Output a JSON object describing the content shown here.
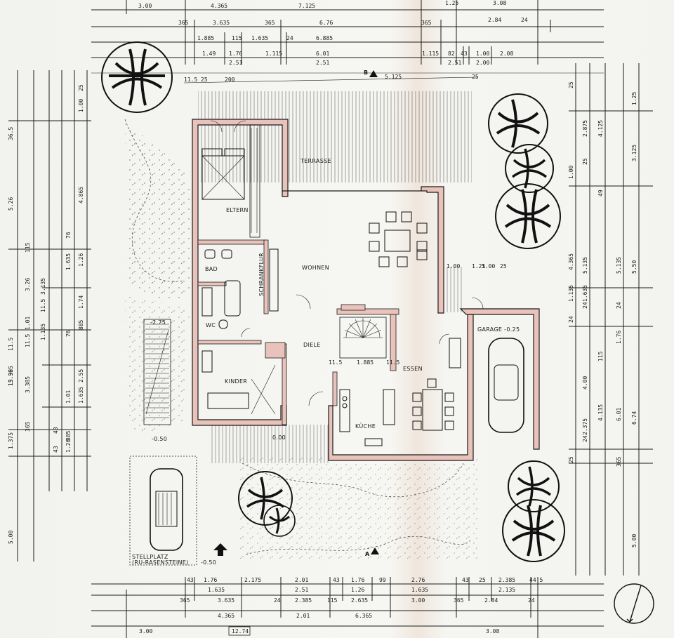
{
  "dims_top": [
    "3.00",
    "4.365",
    "7.125",
    "1.25",
    "3.08",
    "365",
    "3.635",
    "365",
    "6.76",
    "365",
    "2.84",
    "24",
    "1.885",
    "115",
    "1.635",
    "24",
    "6.885",
    "1.49",
    "1.76",
    "1.115",
    "6.01",
    "1.115",
    "82",
    "43",
    "1.00",
    "2.08",
    "2.51",
    "2.51",
    "2.51",
    "2.00",
    "11.5",
    "25",
    "200",
    "5.125",
    "25"
  ],
  "dims_bottom": [
    "43",
    "1.76",
    "2.175",
    "2.01",
    "43",
    "1.76",
    "99",
    "2.76",
    "43",
    "25",
    "2.385",
    "44.5",
    "1.635",
    "2.51",
    "1.26",
    "1.635",
    "2.135",
    "365",
    "3.635",
    "24",
    "2.385",
    "115",
    "2.635",
    "3.00",
    "365",
    "2.84",
    "24",
    "4.365",
    "2.01",
    "6.365",
    "3.00",
    "12.74",
    "3.08"
  ],
  "dims_left": [
    "25",
    "1.00",
    "36.5",
    "4.865",
    "5.26",
    "115",
    "76",
    "1.26",
    "1.635",
    "3.26",
    "3.135",
    "11.5",
    "1.74",
    "1.01",
    "11.5",
    "1.135",
    "76",
    "885",
    "11.5",
    "2.55",
    "13.99",
    "3.385",
    "1.01",
    "1.635",
    "15.365",
    "365",
    "43",
    "1.375",
    "885",
    "43",
    "1.26",
    "5.00"
  ],
  "dims_right": [
    "25",
    "1.25",
    "2.875",
    "4.125",
    "3.125",
    "1.00",
    "25",
    "49",
    "4.365",
    "5.135",
    "5.135",
    "5.50",
    "1.135",
    "1.635",
    "24",
    "24",
    "1.76",
    "24",
    "115",
    "4.00",
    "2.375",
    "4.135",
    "6.01",
    "6.74",
    "25",
    "24",
    "365",
    "5.00"
  ],
  "inner_dims": [
    "11.5",
    "1.885",
    "11.5",
    "1.00",
    "1.25",
    "1.00",
    "25"
  ],
  "rooms": {
    "eltern": "ELTERN",
    "bad": "BAD",
    "wc": "WC",
    "kinder": "KINDER",
    "schrankflur": "SCHRANKFLUR",
    "terrasse": "TERRASSE",
    "wohnen": "WOHNEN",
    "diele": "DIELE",
    "essen": "ESSEN",
    "kueche": "KÜCHE",
    "garage": "GARAGE -0.25",
    "stellplatz": "STELLPLATZ",
    "stellplatz_note": "(RU-RASENSTEINE)"
  },
  "levels": [
    "-2.75",
    "-0.50",
    "-0.50",
    "0.00"
  ],
  "sections": {
    "a": "A",
    "b": "B"
  },
  "colors": {
    "wall_fill": "#e9c3bb",
    "ink": "#1b1b1b",
    "paper": "#f3f3ef"
  }
}
